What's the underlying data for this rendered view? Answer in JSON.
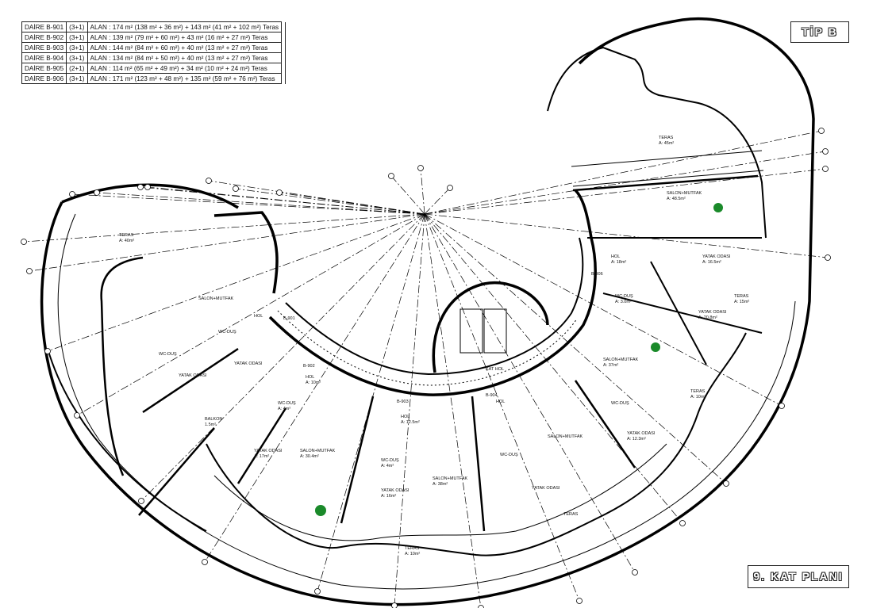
{
  "legend": {
    "rows": [
      {
        "unit": "DAİRE B-901",
        "type": "(3+1)",
        "area": "ALAN :  174 m² (138 m² + 36 m²) + 143 m² (41 m² + 102 m²) Teras"
      },
      {
        "unit": "DAİRE B-902",
        "type": "(3+1)",
        "area": "ALAN :  139 m² (79 m² + 60 m²) + 43 m² (16 m² + 27 m²) Teras"
      },
      {
        "unit": "DAİRE B-903",
        "type": "(3+1)",
        "area": "ALAN :  144 m² (84 m² + 60 m²) + 40 m² (13 m² + 27 m²) Teras"
      },
      {
        "unit": "DAİRE B-904",
        "type": "(3+1)",
        "area": "ALAN :  134 m² (84 m² + 50 m²) + 40 m² (13 m² + 27 m²) Teras"
      },
      {
        "unit": "DAİRE B-905",
        "type": "(2+1)",
        "area": "ALAN :  114 m² (65 m² + 49 m²) + 34 m² (10 m² + 24 m²) Teras"
      },
      {
        "unit": "DAİRE B-906",
        "type": "(3+1)",
        "area": "ALAN :  171 m² (123 m² + 48 m²) + 135 m² (59 m² + 76 m²) Teras"
      }
    ]
  },
  "type_label": "TİP B",
  "floor_label": "9. KAT PLANI",
  "rooms": [
    {
      "name": "TERAS",
      "area": "A: 45m²"
    },
    {
      "name": "SALON+MUTFAK",
      "area": "A: 48.5m²"
    },
    {
      "name": "HOL",
      "area": "A: 18m²"
    },
    {
      "name": "YATAK ODASI",
      "area": "A: 16.5m²"
    },
    {
      "name": "B-906",
      "area": ""
    },
    {
      "name": "WC-DUŞ",
      "area": "A: 3.0m²"
    },
    {
      "name": "TERAS",
      "area": "A: 15m²"
    },
    {
      "name": "YATAK ODASI",
      "area": "A: 20.8m²"
    },
    {
      "name": "TERAS",
      "area": "A: 40m²"
    },
    {
      "name": "SALON+MUTFAK",
      "area": ""
    },
    {
      "name": "HOL",
      "area": ""
    },
    {
      "name": "B-901",
      "area": ""
    },
    {
      "name": "WC-DUŞ",
      "area": ""
    },
    {
      "name": "WC-DUŞ",
      "area": ""
    },
    {
      "name": "YATAK ODASI",
      "area": ""
    },
    {
      "name": "YATAK ODASI",
      "area": ""
    },
    {
      "name": "BALKON",
      "area": "1.5m²"
    },
    {
      "name": "B-902",
      "area": ""
    },
    {
      "name": "HOL",
      "area": "A: 10m²"
    },
    {
      "name": "WC-DUŞ",
      "area": "A: 4m²"
    },
    {
      "name": "SALON+MUTFAK",
      "area": "A: 30.4m²"
    },
    {
      "name": "YATAK ODASI",
      "area": "A: 17m²"
    },
    {
      "name": "B-903",
      "area": ""
    },
    {
      "name": "HOL",
      "area": "A: 12.5m²"
    },
    {
      "name": "WC-DUŞ",
      "area": "A: 4m²"
    },
    {
      "name": "YATAK ODASI",
      "area": "A: 16m²"
    },
    {
      "name": "SALON+MUTFAK",
      "area": "A: 38m²"
    },
    {
      "name": "TERAS",
      "area": "A: 10m²"
    },
    {
      "name": "KAT HOL",
      "area": ""
    },
    {
      "name": "B-904",
      "area": ""
    },
    {
      "name": "HOL",
      "area": ""
    },
    {
      "name": "SALON+MUTFAK",
      "area": ""
    },
    {
      "name": "WC-DUŞ",
      "area": ""
    },
    {
      "name": "YATAK ODASI",
      "area": ""
    },
    {
      "name": "TERAS",
      "area": ""
    },
    {
      "name": "SALON+MUTFAK",
      "area": "A: 37m²"
    },
    {
      "name": "WC-DUŞ",
      "area": ""
    },
    {
      "name": "YATAK ODASI",
      "area": "A: 12.3m²"
    },
    {
      "name": "TERAS",
      "area": "A: 10m²"
    }
  ]
}
